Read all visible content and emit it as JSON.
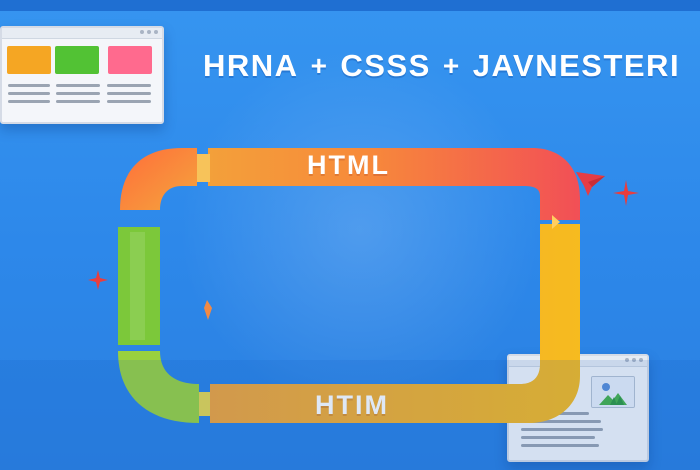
{
  "headline": {
    "part1": "HRNA",
    "plus1": "+",
    "part2": "CSSS",
    "plus2": "+",
    "part3": "JAVNESTERI"
  },
  "loop": {
    "top_label": "HTML",
    "bottom_label": "HTIM"
  },
  "icons": {
    "left_card": "browser-window-icon",
    "right_card": "browser-window-icon",
    "image": "image-icon",
    "sparkle": "sparkle-icon",
    "paper_plane": "paper-plane-icon"
  },
  "colors": {
    "background": "#2f8ae8",
    "green": "#7cc83a",
    "orange": "#ff8a2a",
    "red": "#f24f56",
    "yellow": "#f5b82b"
  }
}
